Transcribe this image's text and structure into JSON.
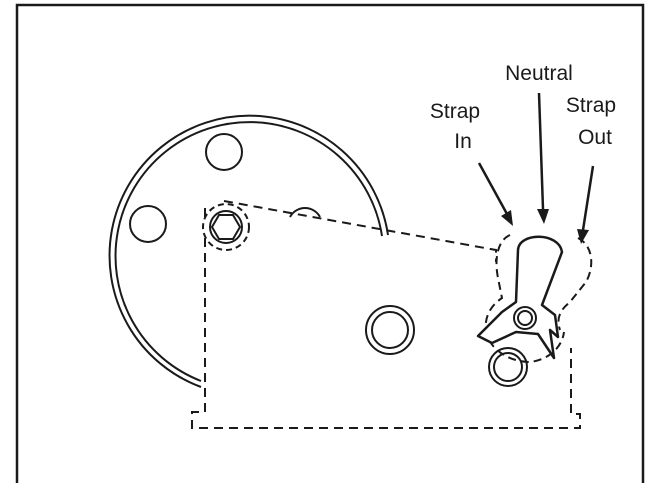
{
  "labels": {
    "neutral": "Neutral",
    "strap_in_line1": "Strap",
    "strap_in_line2": "In",
    "strap_out_line1": "Strap",
    "strap_out_line2": "Out"
  },
  "colors": {
    "ink": "#1a1a1a",
    "background": "#ffffff"
  }
}
